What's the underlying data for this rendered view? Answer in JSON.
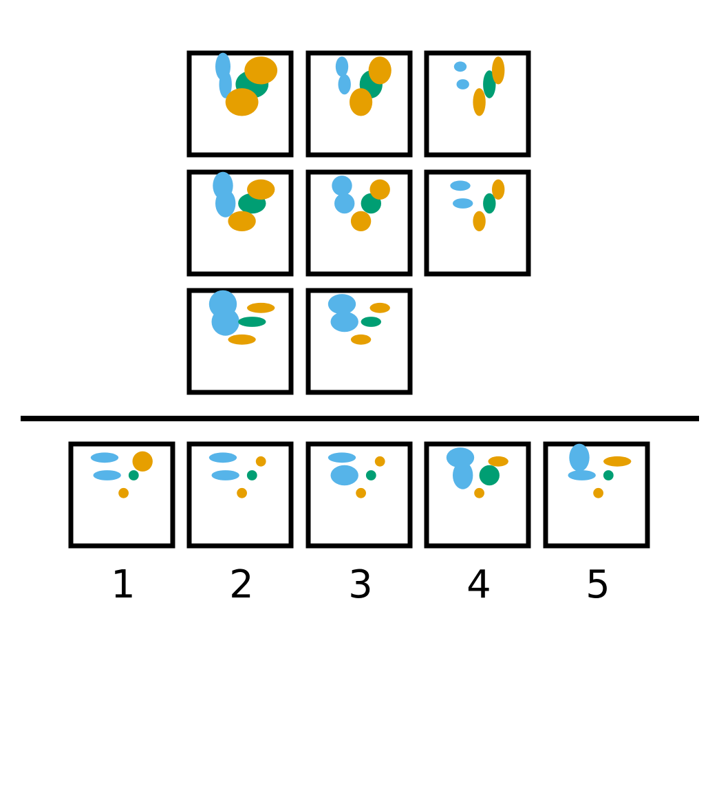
{
  "colors": {
    "blue": "#56B4E9",
    "green": "#009E73",
    "orange": "#E69F00",
    "frame": "#000000",
    "background": "#ffffff"
  },
  "matrix": [
    [
      {
        "shapes": [
          [
            "blue",
            0.0,
            -0.55,
            0.3,
            0.55
          ],
          [
            "blue",
            0.1,
            0.15,
            0.25,
            0.55
          ],
          [
            "green",
            1.15,
            0.15,
            0.65,
            0.55
          ],
          [
            "orange",
            0.75,
            0.85,
            0.65,
            0.55
          ],
          [
            "orange",
            1.5,
            -0.4,
            0.65,
            0.55
          ]
        ]
      },
      {
        "shapes": [
          [
            "blue",
            0.0,
            -0.55,
            0.25,
            0.4
          ],
          [
            "blue",
            0.1,
            0.15,
            0.25,
            0.4
          ],
          [
            "green",
            1.15,
            0.15,
            0.45,
            0.55
          ],
          [
            "orange",
            0.75,
            0.85,
            0.45,
            0.55
          ],
          [
            "orange",
            1.5,
            -0.4,
            0.45,
            0.55
          ]
        ]
      },
      {
        "shapes": [
          [
            "blue",
            0.0,
            -0.55,
            0.25,
            0.2
          ],
          [
            "blue",
            0.1,
            0.15,
            0.25,
            0.2
          ],
          [
            "green",
            1.15,
            0.15,
            0.25,
            0.55
          ],
          [
            "orange",
            0.75,
            0.85,
            0.25,
            0.55
          ],
          [
            "orange",
            1.5,
            -0.4,
            0.25,
            0.55
          ]
        ]
      }
    ],
    [
      {
        "shapes": [
          [
            "blue",
            0.0,
            -0.55,
            0.4,
            0.55
          ],
          [
            "blue",
            0.1,
            0.15,
            0.4,
            0.55
          ],
          [
            "green",
            1.15,
            0.15,
            0.55,
            0.4
          ],
          [
            "orange",
            0.75,
            0.85,
            0.55,
            0.4
          ],
          [
            "orange",
            1.5,
            -0.4,
            0.55,
            0.4
          ]
        ]
      },
      {
        "shapes": [
          [
            "blue",
            0.0,
            -0.55,
            0.4,
            0.4
          ],
          [
            "blue",
            0.1,
            0.15,
            0.4,
            0.4
          ],
          [
            "green",
            1.15,
            0.15,
            0.4,
            0.4
          ],
          [
            "orange",
            0.75,
            0.85,
            0.4,
            0.4
          ],
          [
            "orange",
            1.5,
            -0.4,
            0.4,
            0.4
          ]
        ]
      },
      {
        "shapes": [
          [
            "blue",
            0.0,
            -0.55,
            0.4,
            0.2
          ],
          [
            "blue",
            0.1,
            0.15,
            0.4,
            0.2
          ],
          [
            "green",
            1.15,
            0.15,
            0.25,
            0.4
          ],
          [
            "orange",
            0.75,
            0.85,
            0.25,
            0.4
          ],
          [
            "orange",
            1.5,
            -0.4,
            0.25,
            0.4
          ]
        ]
      }
    ],
    [
      {
        "shapes": [
          [
            "blue",
            0.0,
            -0.55,
            0.55,
            0.55
          ],
          [
            "blue",
            0.1,
            0.15,
            0.55,
            0.55
          ],
          [
            "green",
            1.15,
            0.15,
            0.55,
            0.2
          ],
          [
            "orange",
            0.75,
            0.85,
            0.55,
            0.2
          ],
          [
            "orange",
            1.5,
            -0.4,
            0.55,
            0.2
          ]
        ]
      },
      {
        "shapes": [
          [
            "blue",
            0.0,
            -0.55,
            0.55,
            0.4
          ],
          [
            "blue",
            0.1,
            0.15,
            0.55,
            0.4
          ],
          [
            "green",
            1.15,
            0.15,
            0.4,
            0.2
          ],
          [
            "orange",
            0.75,
            0.85,
            0.4,
            0.2
          ],
          [
            "orange",
            1.5,
            -0.4,
            0.4,
            0.2
          ]
        ]
      },
      null
    ]
  ],
  "options": [
    {
      "label": "1",
      "shapes": [
        [
          "blue",
          0.0,
          -0.55,
          0.55,
          0.2
        ],
        [
          "blue",
          0.1,
          0.15,
          0.55,
          0.2
        ],
        [
          "green",
          1.15,
          0.15,
          0.2,
          0.2
        ],
        [
          "orange",
          0.75,
          0.85,
          0.2,
          0.2
        ],
        [
          "orange",
          1.5,
          -0.4,
          0.4,
          0.4
        ]
      ]
    },
    {
      "label": "2",
      "shapes": [
        [
          "blue",
          0.0,
          -0.55,
          0.55,
          0.2
        ],
        [
          "blue",
          0.1,
          0.15,
          0.55,
          0.2
        ],
        [
          "green",
          1.15,
          0.15,
          0.2,
          0.2
        ],
        [
          "orange",
          0.75,
          0.85,
          0.2,
          0.2
        ],
        [
          "orange",
          1.5,
          -0.4,
          0.2,
          0.2
        ]
      ]
    },
    {
      "label": "3",
      "shapes": [
        [
          "blue",
          0.0,
          -0.55,
          0.55,
          0.2
        ],
        [
          "blue",
          0.1,
          0.15,
          0.55,
          0.4
        ],
        [
          "green",
          1.15,
          0.15,
          0.2,
          0.2
        ],
        [
          "orange",
          0.75,
          0.85,
          0.2,
          0.2
        ],
        [
          "orange",
          1.5,
          -0.4,
          0.2,
          0.2
        ]
      ]
    },
    {
      "label": "4",
      "shapes": [
        [
          "blue",
          0.0,
          -0.55,
          0.55,
          0.4
        ],
        [
          "blue",
          0.1,
          0.15,
          0.4,
          0.55
        ],
        [
          "green",
          1.15,
          0.15,
          0.4,
          0.4
        ],
        [
          "orange",
          0.75,
          0.85,
          0.2,
          0.2
        ],
        [
          "orange",
          1.5,
          -0.4,
          0.4,
          0.2
        ]
      ]
    },
    {
      "label": "5",
      "shapes": [
        [
          "blue",
          0.0,
          -0.55,
          0.4,
          0.55
        ],
        [
          "blue",
          0.1,
          0.15,
          0.55,
          0.2
        ],
        [
          "green",
          1.15,
          0.15,
          0.2,
          0.2
        ],
        [
          "orange",
          0.75,
          0.85,
          0.2,
          0.2
        ],
        [
          "orange",
          1.5,
          -0.4,
          0.55,
          0.2
        ]
      ]
    }
  ]
}
